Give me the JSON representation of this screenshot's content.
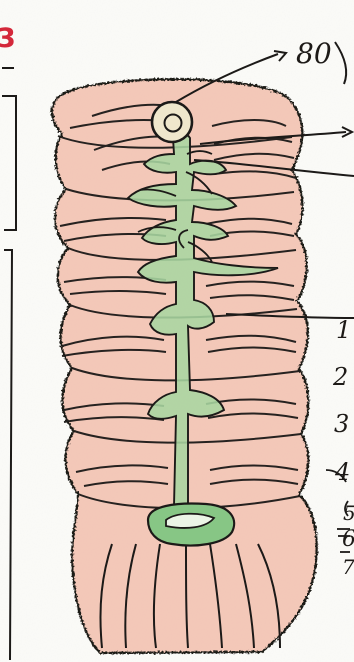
{
  "top_left_mark": "3",
  "top_label": "80",
  "side_numbers": [
    "1",
    "2",
    "3",
    "4",
    "5",
    "6",
    "7"
  ],
  "colors": {
    "body_fill": "#f1b7a1",
    "body_outline": "#1c1a18",
    "green": "#a9d6a3",
    "green_dark": "#86bf84",
    "red_mark": "#d4283a"
  }
}
